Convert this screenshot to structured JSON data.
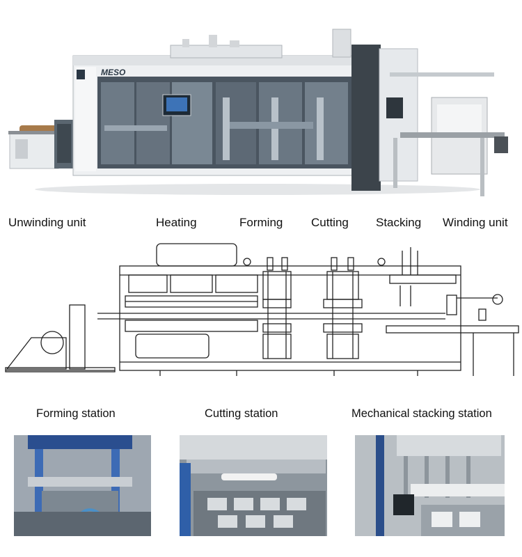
{
  "machine": {
    "brand": "MESO"
  },
  "stages": [
    {
      "label": "Unwinding unit"
    },
    {
      "label": "Heating"
    },
    {
      "label": "Forming"
    },
    {
      "label": "Cutting"
    },
    {
      "label": "Stacking"
    },
    {
      "label": "Winding unit"
    }
  ],
  "photos": [
    {
      "label": "Forming station"
    },
    {
      "label": "Cutting station"
    },
    {
      "label": "Mechanical stacking station"
    }
  ]
}
